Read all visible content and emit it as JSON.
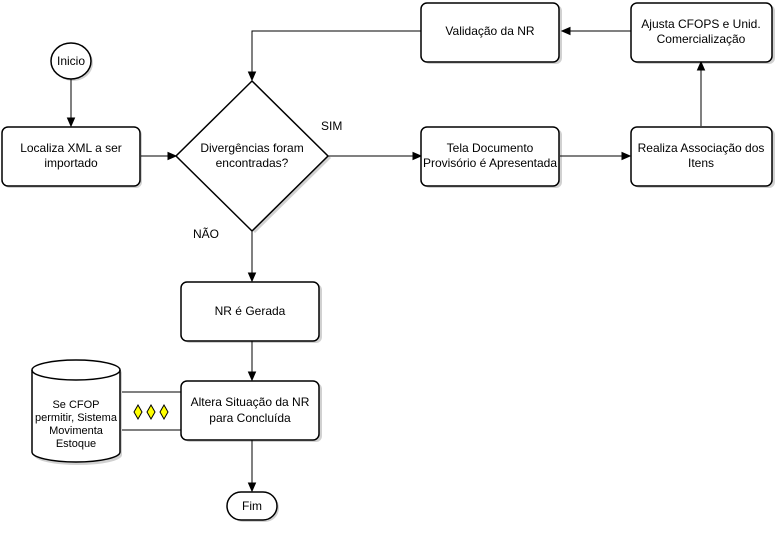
{
  "nodes": {
    "inicio": {
      "label": "Inicio"
    },
    "localiza": {
      "lines": [
        "Localiza XML a ser",
        "importado"
      ]
    },
    "divergencias": {
      "lines": [
        "Divergências foram",
        "encontradas?"
      ]
    },
    "tela": {
      "lines": [
        "Tela Documento",
        "Provisório é Apresentada"
      ]
    },
    "realiza": {
      "lines": [
        "Realiza Associação dos",
        "Itens"
      ]
    },
    "ajusta": {
      "lines": [
        "Ajusta CFOPS e Unid.",
        "Comercialização"
      ]
    },
    "validacao": {
      "label": "Validação da NR"
    },
    "nr_gerada": {
      "label": "NR é Gerada"
    },
    "altera": {
      "lines": [
        "Altera Situação da NR",
        "para Concluída"
      ]
    },
    "estoque": {
      "lines": [
        "Se CFOP",
        "permitir, Sistema",
        "Movimenta",
        "Estoque"
      ]
    },
    "fim": {
      "label": "Fim"
    }
  },
  "edge_labels": {
    "sim": "SIM",
    "nao": "NÃO"
  },
  "colors": {
    "stroke": "#000000",
    "fill": "#ffffff",
    "shadow": "#9a9a9a",
    "diamond_marker": "#ffff00"
  }
}
